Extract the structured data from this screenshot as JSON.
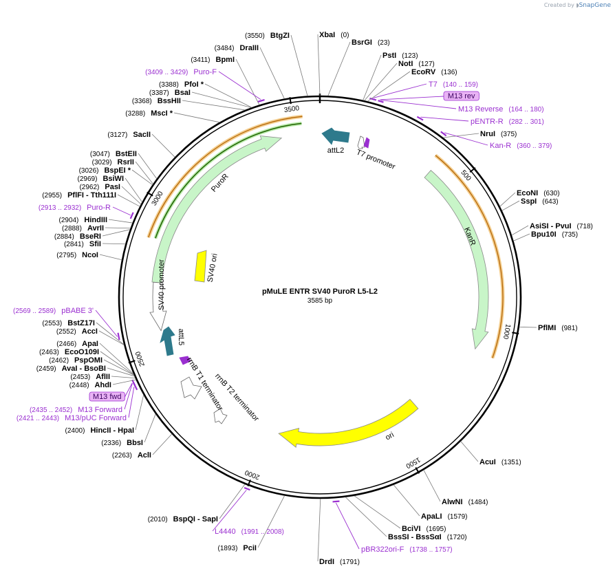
{
  "credit": {
    "prefix": "Created by",
    "brand": "SnapGene"
  },
  "plasmid": {
    "name": "pMuLE ENTR SV40 PuroR L5-L2",
    "length_label": "3585 bp",
    "length": 3585
  },
  "ticks": [
    "500",
    "1000",
    "1500",
    "2000",
    "2500",
    "3000",
    "3500"
  ],
  "sites": [
    {
      "name": "XbaI",
      "pos": "(0)"
    },
    {
      "name": "BsrGI",
      "pos": "(23)"
    },
    {
      "name": "PstI",
      "pos": "(123)"
    },
    {
      "name": "NotI",
      "pos": "(127)"
    },
    {
      "name": "EcoRV",
      "pos": "(136)"
    },
    {
      "name": "NruI",
      "pos": "(375)"
    },
    {
      "name": "EcoNI",
      "pos": "(630)"
    },
    {
      "name": "SspI",
      "pos": "(643)"
    },
    {
      "name": "AsiSI - PvuI",
      "pos": "(718)"
    },
    {
      "name": "Bpu10I",
      "pos": "(735)"
    },
    {
      "name": "PflMI",
      "pos": "(981)"
    },
    {
      "name": "AcuI",
      "pos": "(1351)"
    },
    {
      "name": "AlwNI",
      "pos": "(1484)"
    },
    {
      "name": "ApaLI",
      "pos": "(1579)"
    },
    {
      "name": "BciVI",
      "pos": "(1695)"
    },
    {
      "name": "BssSI - BssSαI",
      "pos": "(1720)"
    },
    {
      "name": "DrdI",
      "pos": "(1791)"
    },
    {
      "name": "PciI",
      "pos": "(1893)"
    },
    {
      "name": "BspQI - SapI",
      "pos": "(2010)"
    },
    {
      "name": "AclI",
      "pos": "(2263)"
    },
    {
      "name": "BbsI",
      "pos": "(2336)"
    },
    {
      "name": "HincII - HpaI",
      "pos": "(2400)"
    },
    {
      "name": "AhdI",
      "pos": "(2448)"
    },
    {
      "name": "AflII",
      "pos": "(2453)"
    },
    {
      "name": "AvaI - BsoBI",
      "pos": "(2459)"
    },
    {
      "name": "PspOMI",
      "pos": "(2462)"
    },
    {
      "name": "EcoO109I",
      "pos": "(2463)"
    },
    {
      "name": "ApaI",
      "pos": "(2466)"
    },
    {
      "name": "AccI",
      "pos": "(2552)"
    },
    {
      "name": "BstZ17I",
      "pos": "(2553)"
    },
    {
      "name": "NcoI",
      "pos": "(2795)"
    },
    {
      "name": "SfiI",
      "pos": "(2841)"
    },
    {
      "name": "BseRI",
      "pos": "(2884)"
    },
    {
      "name": "AvrII",
      "pos": "(2888)"
    },
    {
      "name": "HindIII",
      "pos": "(2904)"
    },
    {
      "name": "PflFI - Tth111I",
      "pos": "(2955)"
    },
    {
      "name": "PasI",
      "pos": "(2962)"
    },
    {
      "name": "BsiWI",
      "pos": "(2969)"
    },
    {
      "name": "BspEI *",
      "pos": "(3026)"
    },
    {
      "name": "RsrII",
      "pos": "(3029)"
    },
    {
      "name": "BstEII",
      "pos": "(3047)"
    },
    {
      "name": "SacII",
      "pos": "(3127)"
    },
    {
      "name": "MscI *",
      "pos": "(3288)"
    },
    {
      "name": "BssHII",
      "pos": "(3368)"
    },
    {
      "name": "BsaI",
      "pos": "(3387)"
    },
    {
      "name": "PfoI *",
      "pos": "(3388)"
    },
    {
      "name": "BpmI",
      "pos": "(3411)"
    },
    {
      "name": "DraIII",
      "pos": "(3484)"
    },
    {
      "name": "BtgZI",
      "pos": "(3550)"
    }
  ],
  "primers": [
    {
      "name": "Puro-F",
      "pos": "(3409 .. 3429)"
    },
    {
      "name": "T7",
      "pos": "(140 .. 159)"
    },
    {
      "name": "M13 rev",
      "pos": ""
    },
    {
      "name": "M13 Reverse",
      "pos": "(164 .. 180)"
    },
    {
      "name": "pENTR-R",
      "pos": "(282 .. 301)"
    },
    {
      "name": "Kan-R",
      "pos": "(360 .. 379)"
    },
    {
      "name": "Puro-R",
      "pos": "(2913 .. 2932)"
    },
    {
      "name": "pBABE 3'",
      "pos": "(2569 .. 2589)"
    },
    {
      "name": "M13 fwd",
      "pos": ""
    },
    {
      "name": "M13 Forward",
      "pos": "(2435 .. 2452)"
    },
    {
      "name": "M13/pUC Forward",
      "pos": "(2421 .. 2443)"
    },
    {
      "name": "L4440",
      "pos": "(1991 .. 2008)"
    },
    {
      "name": "pBR322ori-F",
      "pos": "(1738 .. 1757)"
    }
  ],
  "features": [
    {
      "name": "attL2",
      "color": "#2e7a8c"
    },
    {
      "name": "T7 promoter",
      "color": "#ffffff"
    },
    {
      "name": "KanR",
      "color": "#c8f5c8"
    },
    {
      "name": "ori",
      "color": "#ffff00"
    },
    {
      "name": "rrnB T2 terminator",
      "color": "#ffffff"
    },
    {
      "name": "rrnB T1 terminator",
      "color": "#ffffff"
    },
    {
      "name": "attL5",
      "color": "#2e7a8c"
    },
    {
      "name": "SV40 promoter",
      "color": "#ffffff"
    },
    {
      "name": "SV40 ori",
      "color": "#ffff00"
    },
    {
      "name": "PuroR",
      "color": "#c8f5c8"
    }
  ],
  "colors": {
    "primer": "#9a2fd0",
    "orf": "#e0a040",
    "backbone": "#000000",
    "primer_box": "#e9b3f5"
  }
}
